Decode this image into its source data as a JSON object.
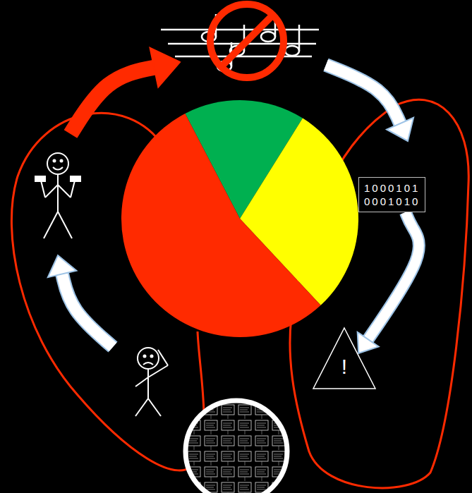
{
  "diagram": {
    "nodes": [
      {
        "text": [
          "1000101 0001010"
        ]
      },
      {
        "text": [
          "!"
        ]
      }
    ],
    "edges": [
      {
        "from": 0,
        "to": 1,
        "arrow": "to"
      }
    ]
  }
}
